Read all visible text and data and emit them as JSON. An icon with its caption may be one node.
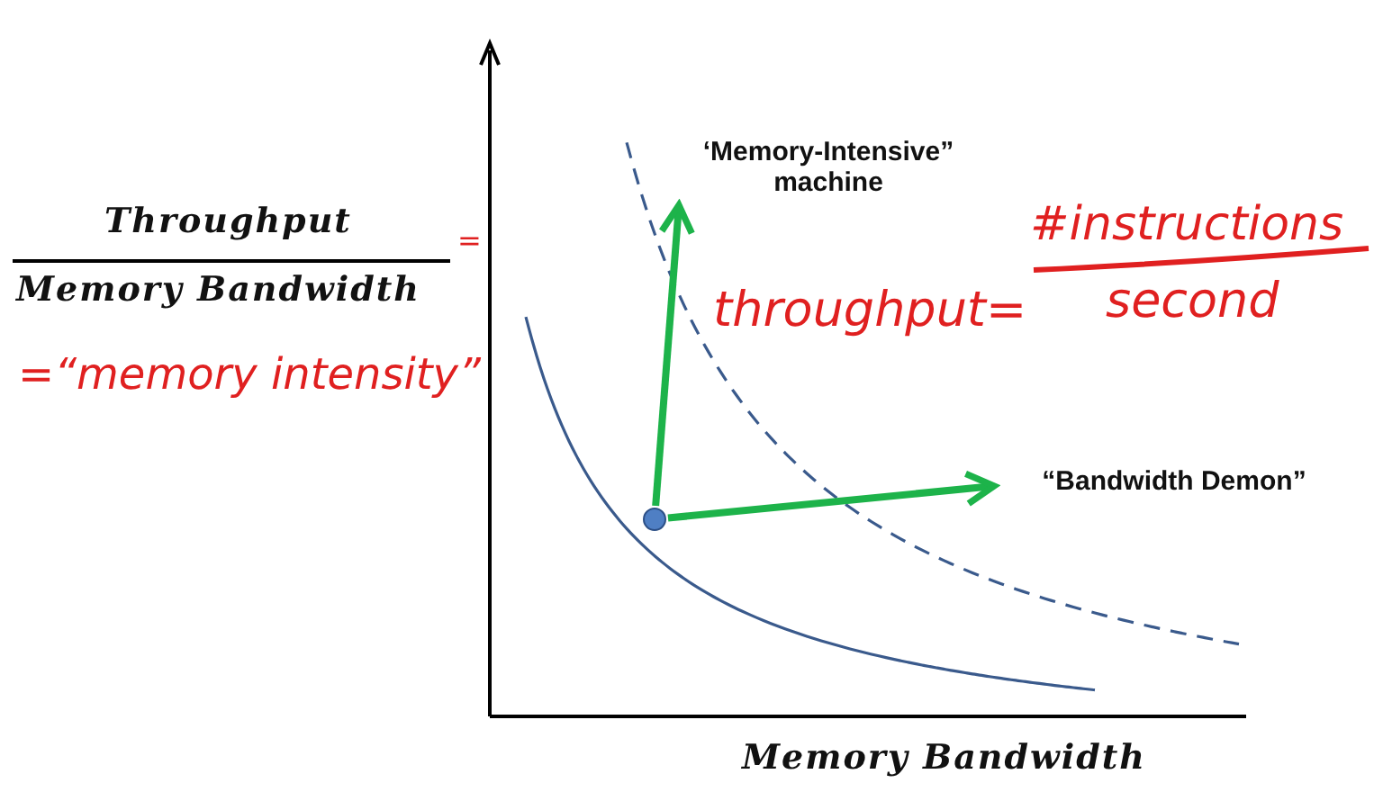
{
  "diagram": {
    "nodes": [
      {
        "text": [],
        "shape": "circle"
      },
      {
        "text": [
          "‘Memory-Intensive” machine"
        ]
      },
      {
        "text": [
          "“Bandwidth Demon”"
        ]
      }
    ],
    "edges": [
      {
        "from": 0,
        "to": 1,
        "arrow": "to"
      },
      {
        "from": 0,
        "to": 2,
        "arrow": "to"
      }
    ],
    "labels": [
      "Throughput",
      "Memory Bandwidth",
      "=",
      "=“memory intensity”",
      "throughput=",
      "#instructions",
      "second",
      "Memory Bandwidth"
    ]
  }
}
